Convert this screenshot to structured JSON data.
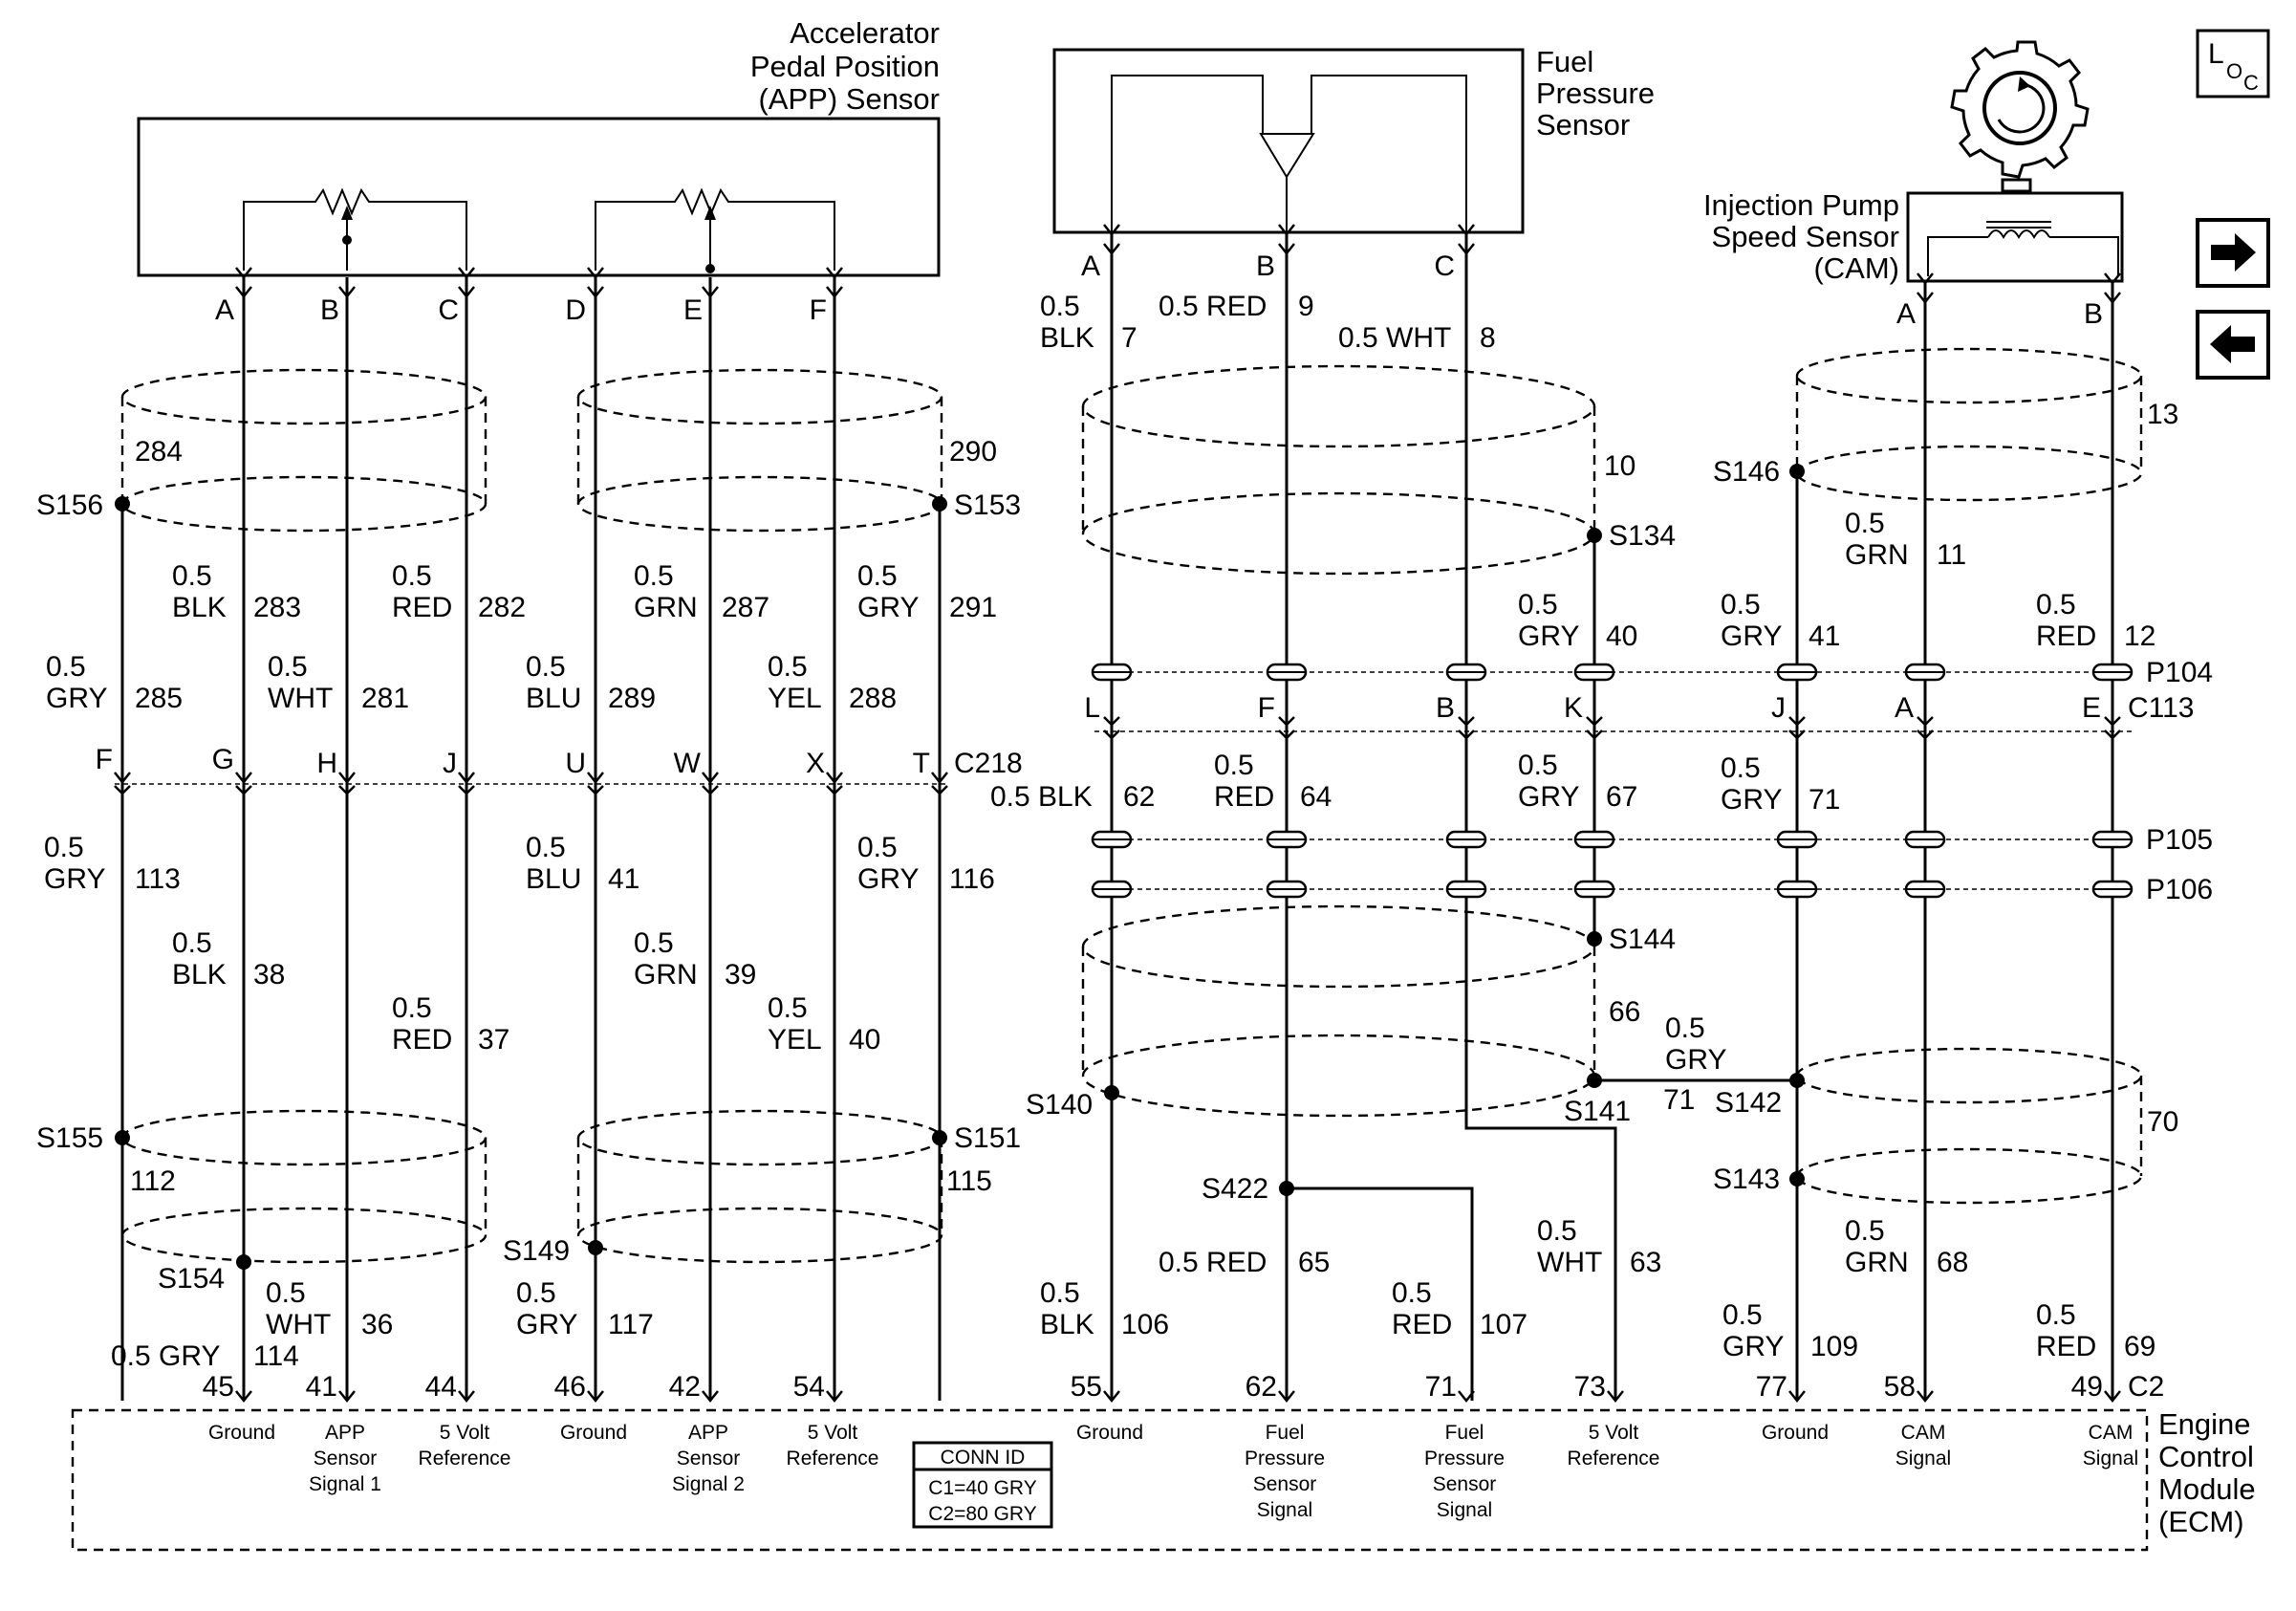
{
  "titles": {
    "app_sensor": [
      "Accelerator",
      "Pedal Position",
      "(APP) Sensor"
    ],
    "fuel_pressure_sensor": [
      "Fuel",
      "Pressure",
      "Sensor"
    ],
    "injection_pump_sensor": [
      "Injection Pump",
      "Speed Sensor",
      "(CAM)"
    ],
    "ecm": [
      "Engine",
      "Control",
      "Module",
      "(ECM)"
    ]
  },
  "conn_id": {
    "header": "CONN ID",
    "lines": [
      "C1=40 GRY",
      "C2=80 GRY"
    ]
  },
  "loc_icon": {
    "main": "L",
    "sub1": "O",
    "sub2": "C"
  },
  "nav": {
    "next_icon": "arrow-right-icon",
    "prev_icon": "arrow-left-icon"
  },
  "connectors": {
    "c218": "C218",
    "p104": "P104",
    "c113": "C113",
    "p105": "P105",
    "p106": "P106",
    "c2": "C2"
  },
  "app_pins": [
    "A",
    "B",
    "C",
    "D",
    "E",
    "F"
  ],
  "fps_pins": [
    "A",
    "B",
    "C"
  ],
  "cam_pins": [
    "A",
    "B"
  ],
  "c218_pins": [
    "F",
    "G",
    "H",
    "J",
    "U",
    "W",
    "X",
    "T"
  ],
  "c113_pins": [
    "L",
    "F",
    "B",
    "K",
    "J",
    "A",
    "E"
  ],
  "ecm_pins": [
    "45",
    "41",
    "44",
    "46",
    "42",
    "54",
    "55",
    "62",
    "71",
    "73",
    "77",
    "58",
    "49"
  ],
  "ecm_captions": [
    [
      "Ground"
    ],
    [
      "APP",
      "Sensor",
      "Signal 1"
    ],
    [
      "5 Volt",
      "Reference"
    ],
    [
      "Ground"
    ],
    [
      "APP",
      "Sensor",
      "Signal 2"
    ],
    [
      "5 Volt",
      "Reference"
    ],
    [
      "Ground"
    ],
    [
      "Fuel",
      "Pressure",
      "Sensor",
      "Signal"
    ],
    [
      "Fuel",
      "Pressure",
      "Sensor",
      "Signal"
    ],
    [
      "5 Volt",
      "Reference"
    ],
    [
      "Ground"
    ],
    [
      "CAM",
      "Signal"
    ],
    [
      "CAM",
      "Signal"
    ]
  ],
  "splices": [
    "S156",
    "S153",
    "S155",
    "S151",
    "S154",
    "S149",
    "S134",
    "S146",
    "S144",
    "S140",
    "S141",
    "S142",
    "S143",
    "S422"
  ],
  "shields": [
    "284",
    "290",
    "112",
    "115",
    "10",
    "13",
    "66",
    "70"
  ],
  "wires": [
    [
      "0.5",
      "BLK",
      "283"
    ],
    [
      "0.5",
      "RED",
      "282"
    ],
    [
      "0.5",
      "GRN",
      "287"
    ],
    [
      "0.5",
      "GRY",
      "291"
    ],
    [
      "0.5",
      "GRY",
      "285"
    ],
    [
      "0.5",
      "WHT",
      "281"
    ],
    [
      "0.5",
      "BLU",
      "289"
    ],
    [
      "0.5",
      "YEL",
      "288"
    ],
    [
      "0.5",
      "GRY",
      "113"
    ],
    [
      "0.5",
      "BLU",
      "41"
    ],
    [
      "0.5",
      "GRY",
      "116"
    ],
    [
      "0.5",
      "BLK",
      "38"
    ],
    [
      "0.5",
      "GRN",
      "39"
    ],
    [
      "0.5",
      "RED",
      "37"
    ],
    [
      "0.5",
      "YEL",
      "40"
    ],
    [
      "0.5",
      "WHT",
      "36"
    ],
    [
      "0.5",
      "GRY",
      "117"
    ],
    [
      "0.5 GRY",
      "114"
    ],
    [
      "0.5",
      "BLK",
      "7"
    ],
    [
      "0.5 RED",
      "9"
    ],
    [
      "0.5 WHT",
      "8"
    ],
    [
      "0.5",
      "GRY",
      "40"
    ],
    [
      "0.5",
      "GRY",
      "41"
    ],
    [
      "0.5",
      "GRN",
      "11"
    ],
    [
      "0.5",
      "RED",
      "12"
    ],
    [
      "0.5 BLK",
      "62"
    ],
    [
      "0.5",
      "RED",
      "64"
    ],
    [
      "0.5",
      "GRY",
      "67"
    ],
    [
      "0.5",
      "GRY",
      "71"
    ],
    [
      "0.5",
      "GRY",
      "71"
    ],
    [
      "0.5",
      "BLK",
      "106"
    ],
    [
      "0.5 RED",
      "65"
    ],
    [
      "0.5",
      "RED",
      "107"
    ],
    [
      "0.5",
      "WHT",
      "63"
    ],
    [
      "0.5",
      "GRY",
      "109"
    ],
    [
      "0.5",
      "GRN",
      "68"
    ],
    [
      "0.5",
      "RED",
      "69"
    ]
  ]
}
